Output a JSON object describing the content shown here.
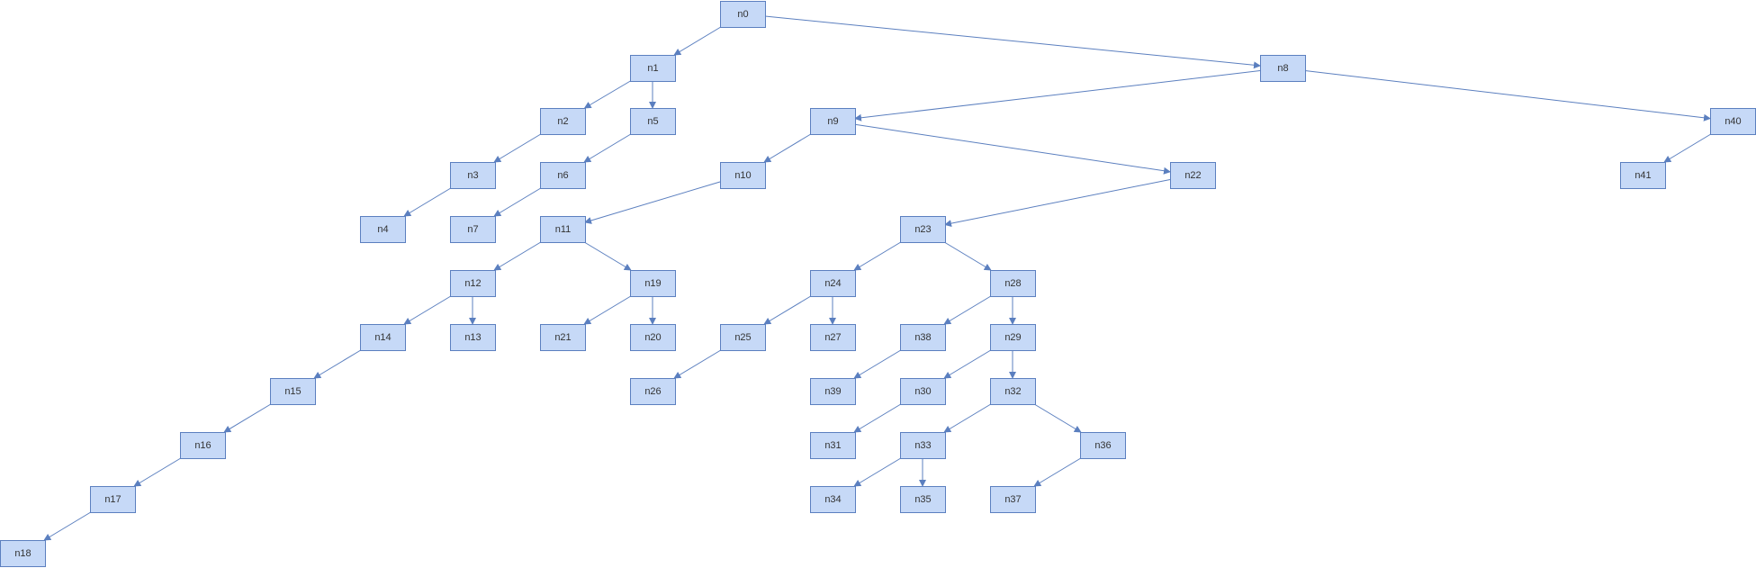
{
  "colors": {
    "node_fill": "#c6d9f7",
    "node_border": "#5b7fbf",
    "edge": "#5b7fbf",
    "text": "#333333"
  },
  "nodes": [
    "n0",
    "n1",
    "n2",
    "n3",
    "n4",
    "n5",
    "n6",
    "n7",
    "n8",
    "n9",
    "n10",
    "n11",
    "n12",
    "n13",
    "n14",
    "n15",
    "n16",
    "n17",
    "n18",
    "n19",
    "n20",
    "n21",
    "n22",
    "n23",
    "n24",
    "n25",
    "n26",
    "n27",
    "n28",
    "n29",
    "n30",
    "n31",
    "n32",
    "n33",
    "n34",
    "n35",
    "n36",
    "n37",
    "n38",
    "n39",
    "n40",
    "n41"
  ],
  "edges": [
    [
      "n0",
      "n1"
    ],
    [
      "n0",
      "n8"
    ],
    [
      "n1",
      "n2"
    ],
    [
      "n1",
      "n5"
    ],
    [
      "n2",
      "n3"
    ],
    [
      "n3",
      "n4"
    ],
    [
      "n5",
      "n6"
    ],
    [
      "n6",
      "n7"
    ],
    [
      "n8",
      "n9"
    ],
    [
      "n8",
      "n40"
    ],
    [
      "n9",
      "n10"
    ],
    [
      "n9",
      "n22"
    ],
    [
      "n10",
      "n11"
    ],
    [
      "n11",
      "n12"
    ],
    [
      "n11",
      "n19"
    ],
    [
      "n12",
      "n14"
    ],
    [
      "n12",
      "n13"
    ],
    [
      "n14",
      "n15"
    ],
    [
      "n15",
      "n16"
    ],
    [
      "n16",
      "n17"
    ],
    [
      "n17",
      "n18"
    ],
    [
      "n19",
      "n21"
    ],
    [
      "n19",
      "n20"
    ],
    [
      "n22",
      "n23"
    ],
    [
      "n23",
      "n24"
    ],
    [
      "n23",
      "n28"
    ],
    [
      "n24",
      "n25"
    ],
    [
      "n24",
      "n27"
    ],
    [
      "n25",
      "n26"
    ],
    [
      "n28",
      "n38"
    ],
    [
      "n28",
      "n29"
    ],
    [
      "n38",
      "n39"
    ],
    [
      "n29",
      "n30"
    ],
    [
      "n29",
      "n32"
    ],
    [
      "n30",
      "n31"
    ],
    [
      "n32",
      "n33"
    ],
    [
      "n32",
      "n36"
    ],
    [
      "n33",
      "n34"
    ],
    [
      "n33",
      "n35"
    ],
    [
      "n36",
      "n37"
    ],
    [
      "n40",
      "n41"
    ]
  ]
}
